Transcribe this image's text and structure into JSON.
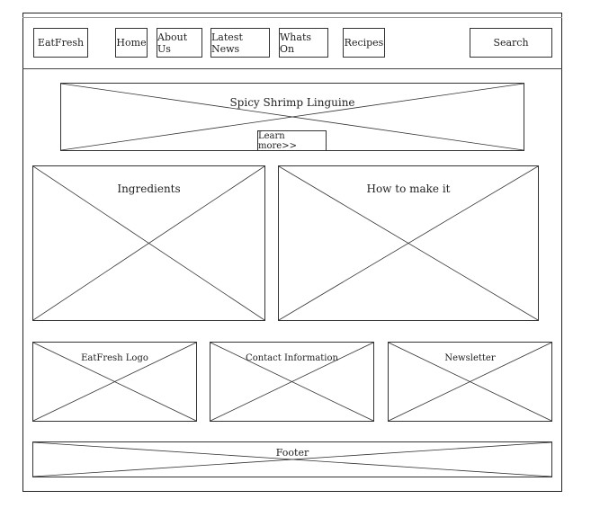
{
  "nav": {
    "brand": "EatFresh",
    "items": [
      "Home",
      "About Us",
      "Latest News",
      "Whats On",
      "Recipes"
    ],
    "search": "Search"
  },
  "hero": {
    "title": "Spicy Shrimp Linguine",
    "cta": "Learn more>>"
  },
  "panels": {
    "ingredients": "Ingredients",
    "howto": "How to make it"
  },
  "bottom": {
    "logo": "EatFresh Logo",
    "contact": "Contact Information",
    "newsletter": "Newsletter"
  },
  "footer": {
    "label": "Footer"
  }
}
